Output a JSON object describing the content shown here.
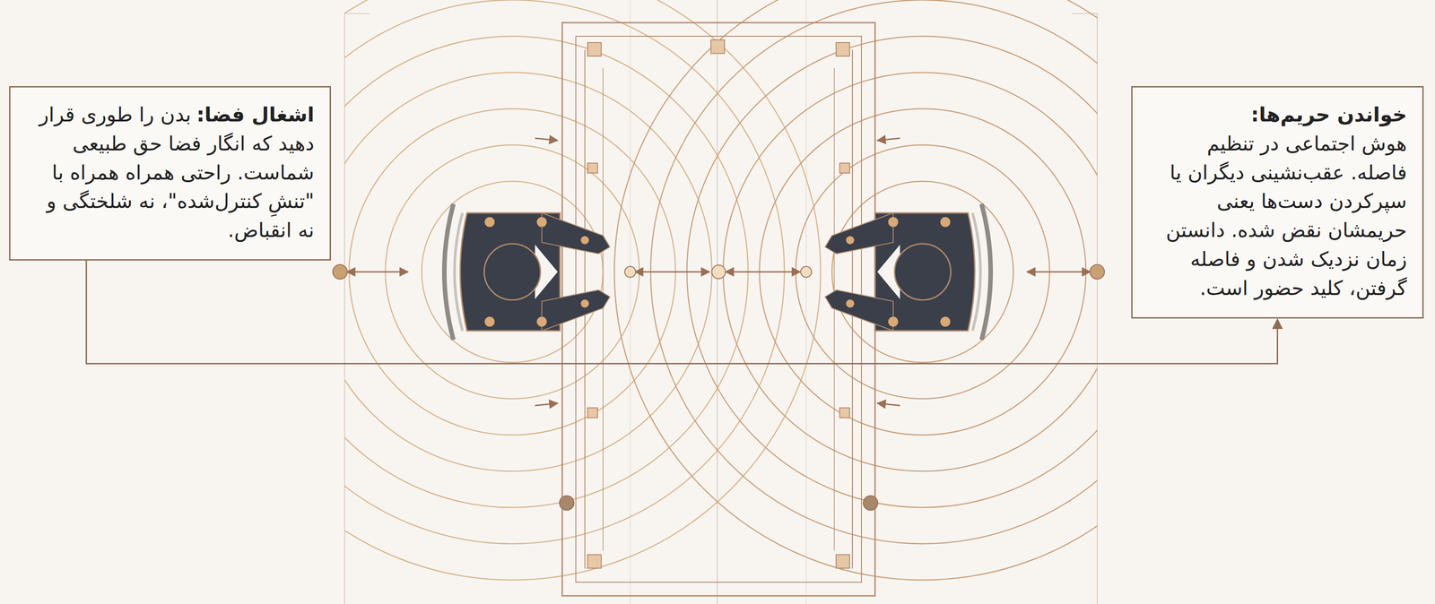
{
  "diagram": {
    "nodes": [
      {
        "text": [
          "اشغال فضا:",
          "بدن را طوری قرار دهید که انگار فضا حق طبیعی شماست. راحتی همراه همراه با \"تنشِ کنترل‌شده\"، نه شلختگی و نه انقباض."
        ]
      },
      {
        "text": [
          "خواندن حریم‌ها:",
          "هوش اجتماعی در تنظیم فاصله. عقب‌نشینی دیگران یا سپرکردن دست‌ها یعنی حریمشان نقض شده. دانستن زمان نزدیک شدن و فاصله گرفتن، کلید حضور است."
        ]
      }
    ],
    "edges": [
      {
        "from": 0,
        "to": 1,
        "arrow": "to"
      }
    ]
  }
}
